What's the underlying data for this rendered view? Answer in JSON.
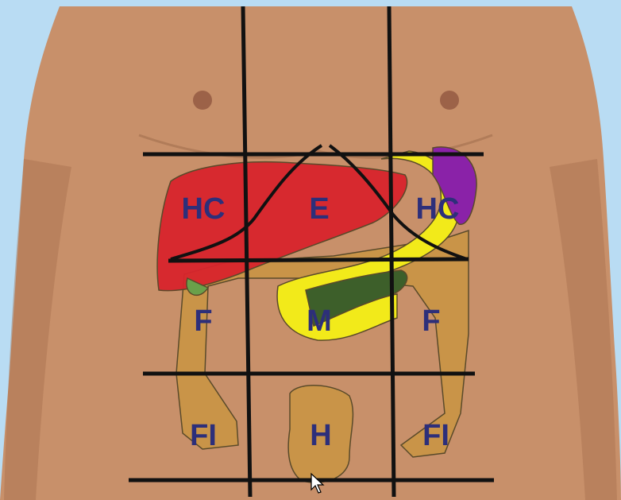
{
  "colors": {
    "background": "#b9dcf3",
    "skin": "#c8906a",
    "skin_shadow": "#a66f4e",
    "liver": "#d8242c",
    "stomach": "#f2ea1a",
    "spleen": "#8a22a8",
    "intestine": "#c99542",
    "pancreas_dark": "#3d5f2a",
    "grid_line": "#111111",
    "label": "#2d2f7a"
  },
  "regions": {
    "right_hypochondrium": "HC",
    "epigastrium": "E",
    "left_hypochondrium": "HC",
    "right_flank": "F",
    "mesogastrium": "M",
    "left_flank": "F",
    "right_iliac_fossa": "FI",
    "hypogastrium": "H",
    "left_iliac_fossa": "FI"
  },
  "icons": {
    "cursor": "mouse-pointer-icon"
  }
}
